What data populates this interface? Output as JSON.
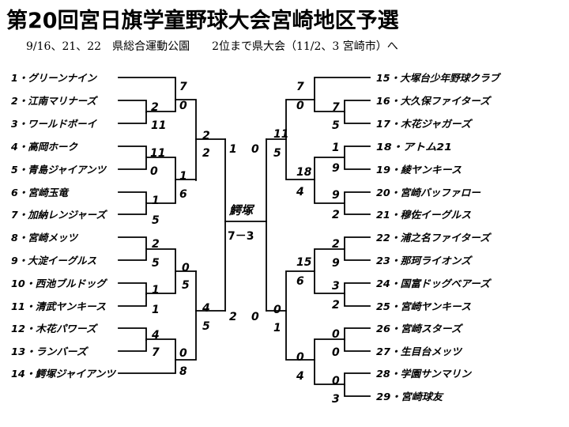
{
  "title": "第20回宮日旗学童野球大会宮崎地区予選",
  "subtitle": "9/16、21、22　県総合運動公園　　2位まで県大会（11/2、3 宮崎市）へ",
  "teams_left": [
    "1・グリーンナイン",
    "2・江南マリナーズ",
    "3・ワールドボーイ",
    "4・高岡ホーク",
    "5・青島ジャイアンツ",
    "6・宮崎玉竜",
    "7・加納レンジャーズ",
    "8・宮崎メッツ",
    "9・大淀イーグルス",
    "10・西池ブルドッグ",
    "11・清武ヤンキース",
    "12・木花パワーズ",
    "13・ランバーズ",
    "14・鰐塚ジャイアンツ"
  ],
  "teams_right": [
    "15・大塚台少年野球クラブ",
    "16・大久保ファイターズ",
    "17・木花ジャガーズ",
    "18・アトム21",
    "19・綾ヤンキース",
    "20・宮崎バッファロー",
    "21・穆佐イーグルス",
    "22・浦之名ファイターズ",
    "23・那珂ライオンズ",
    "24・国富ドッグベアーズ",
    "25・宮崎ヤンキース",
    "26・宮崎スターズ",
    "27・生目台メッツ",
    "28・学園サンマリン",
    "29・宮崎球友"
  ],
  "champion": "鰐塚",
  "final_score": "7－3",
  "scores_left": [
    "2",
    "11",
    "7",
    "0",
    "11",
    "0",
    "1",
    "6",
    "1",
    "5",
    "2",
    "2",
    "2",
    "5",
    "0",
    "5",
    "1",
    "1",
    "4",
    "7",
    "0",
    "8",
    "4",
    "5",
    "1",
    "0",
    "2",
    "0"
  ],
  "scores_right": [
    "7",
    "0",
    "7",
    "5",
    "1",
    "9",
    "9",
    "2",
    "18",
    "4",
    "11",
    "5",
    "2",
    "9",
    "3",
    "2",
    "15",
    "6",
    "0",
    "0",
    "0",
    "4",
    "0",
    "3",
    "0",
    "1"
  ]
}
